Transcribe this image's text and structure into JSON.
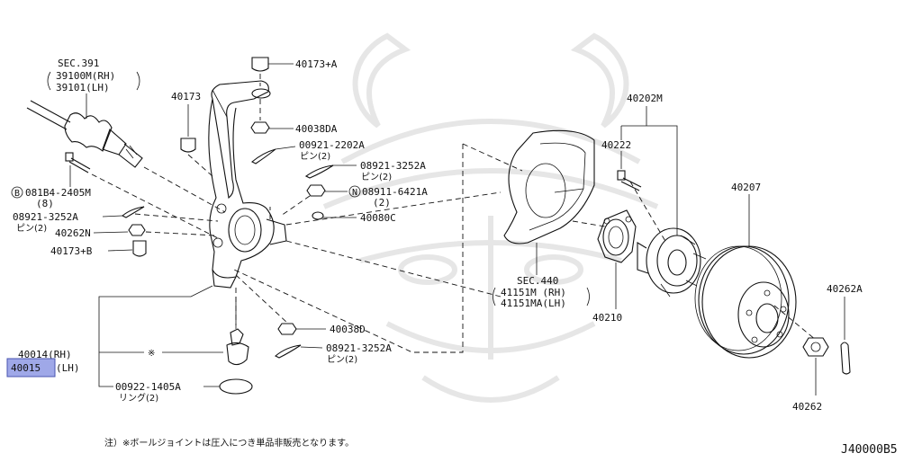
{
  "diagram_code": "J40000B5",
  "footnote": "注）※ボールジョイントは圧入につき単品非販売となります。",
  "labels": {
    "sec391_title": "SEC.391",
    "sec391_rh": "39100M(RH)",
    "sec391_lh": "39101(LH)",
    "p40173": "40173",
    "p40173A": "40173+A",
    "p40038DA": "40038DA",
    "p00921_2202A": "00921-2202A",
    "p00921_2202A_sub": "ピン(2)",
    "p08921_3252A_top": "08921-3252A",
    "p08921_3252A_top_sub": "ピン(2)",
    "b_code": "B",
    "p081B4": "081B4-2405M",
    "p081B4_sub": "(8)",
    "p08921_3252A_left": "08921-3252A",
    "p08921_3252A_left_sub": "ピン(2)",
    "p40262N": "40262N",
    "p40173B": "40173+B",
    "n_code": "N",
    "p08911": "08911-6421A",
    "p08911_sub": "(2)",
    "p40080C": "40080C",
    "p40038D": "40038D",
    "p08921_3252A_low": "08921-3252A",
    "p08921_3252A_low_sub": "ピン(2)",
    "p40014": "40014(RH)",
    "p40015_num": "40015",
    "p40015_side": "(LH)",
    "asterisk": "※",
    "p00922": "00922-1405A",
    "p00922_sub": "リング(2)",
    "sec440_title": "SEC.440",
    "sec440_rh": "41151M  (RH)",
    "sec440_lh": "41151MA(LH)",
    "p40202M": "40202M",
    "p40222": "40222",
    "p40210": "40210",
    "p40207": "40207",
    "p40262A": "40262A",
    "p40262": "40262"
  },
  "highlight_color": "#9fa8e8"
}
